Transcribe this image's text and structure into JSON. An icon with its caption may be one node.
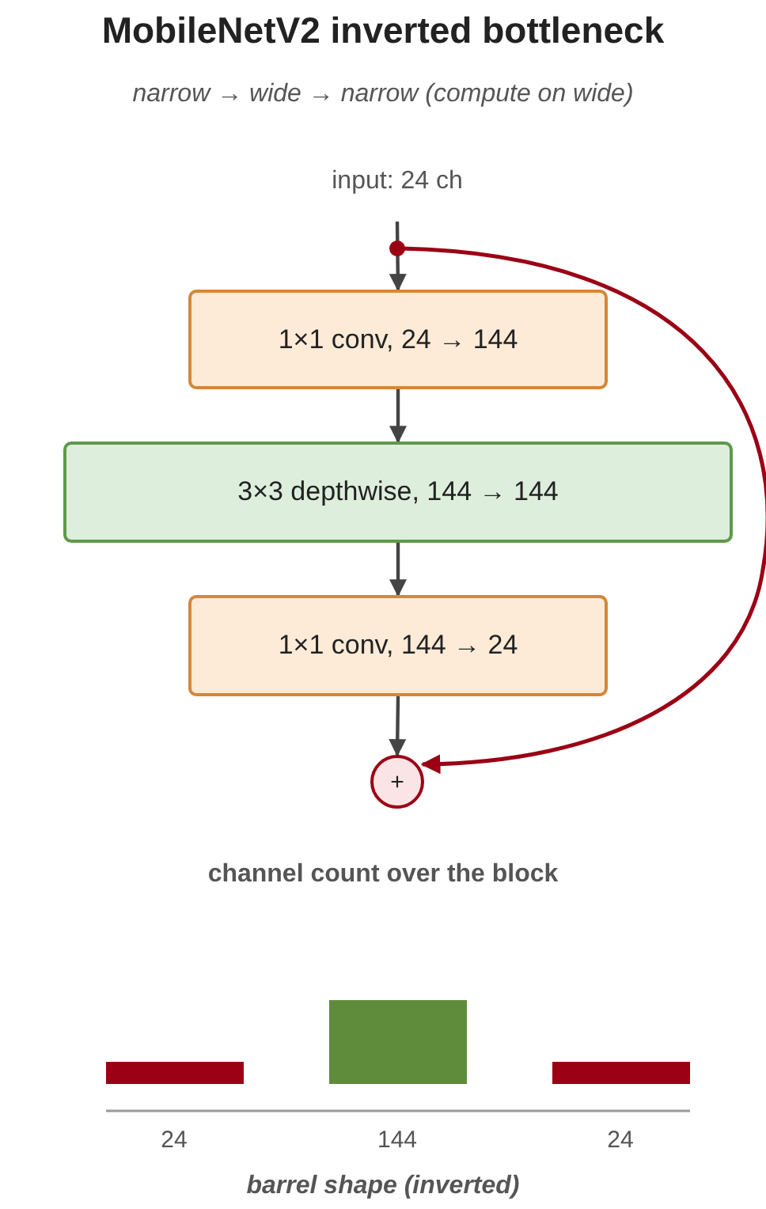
{
  "diagram": {
    "title": "MobileNetV2 inverted bottleneck",
    "caption": "narrow → wide → narrow (compute on wide)",
    "nodes": [
      {
        "text": [
          "input: 24 ch"
        ]
      },
      {
        "text": [
          "1×1 conv, 24 → 144"
        ]
      },
      {
        "text": [
          "3×3 depthwise, 144 → 144"
        ]
      },
      {
        "text": [
          "1×1 conv, 144 → 24"
        ]
      },
      {
        "text": [
          "+"
        ]
      }
    ],
    "edges": [
      {
        "from": 0,
        "to": 1,
        "arrow": "to"
      },
      {
        "from": 1,
        "to": 2,
        "arrow": "to"
      },
      {
        "from": 2,
        "to": 3,
        "arrow": "to"
      },
      {
        "from": 3,
        "to": 4,
        "arrow": "to"
      },
      {
        "from": 0,
        "to": 4,
        "arrow": "to",
        "color": "#9b0014"
      }
    ],
    "labels": [
      "channel count over the block",
      "24",
      "144",
      "24",
      "barrel shape (inverted)"
    ]
  }
}
